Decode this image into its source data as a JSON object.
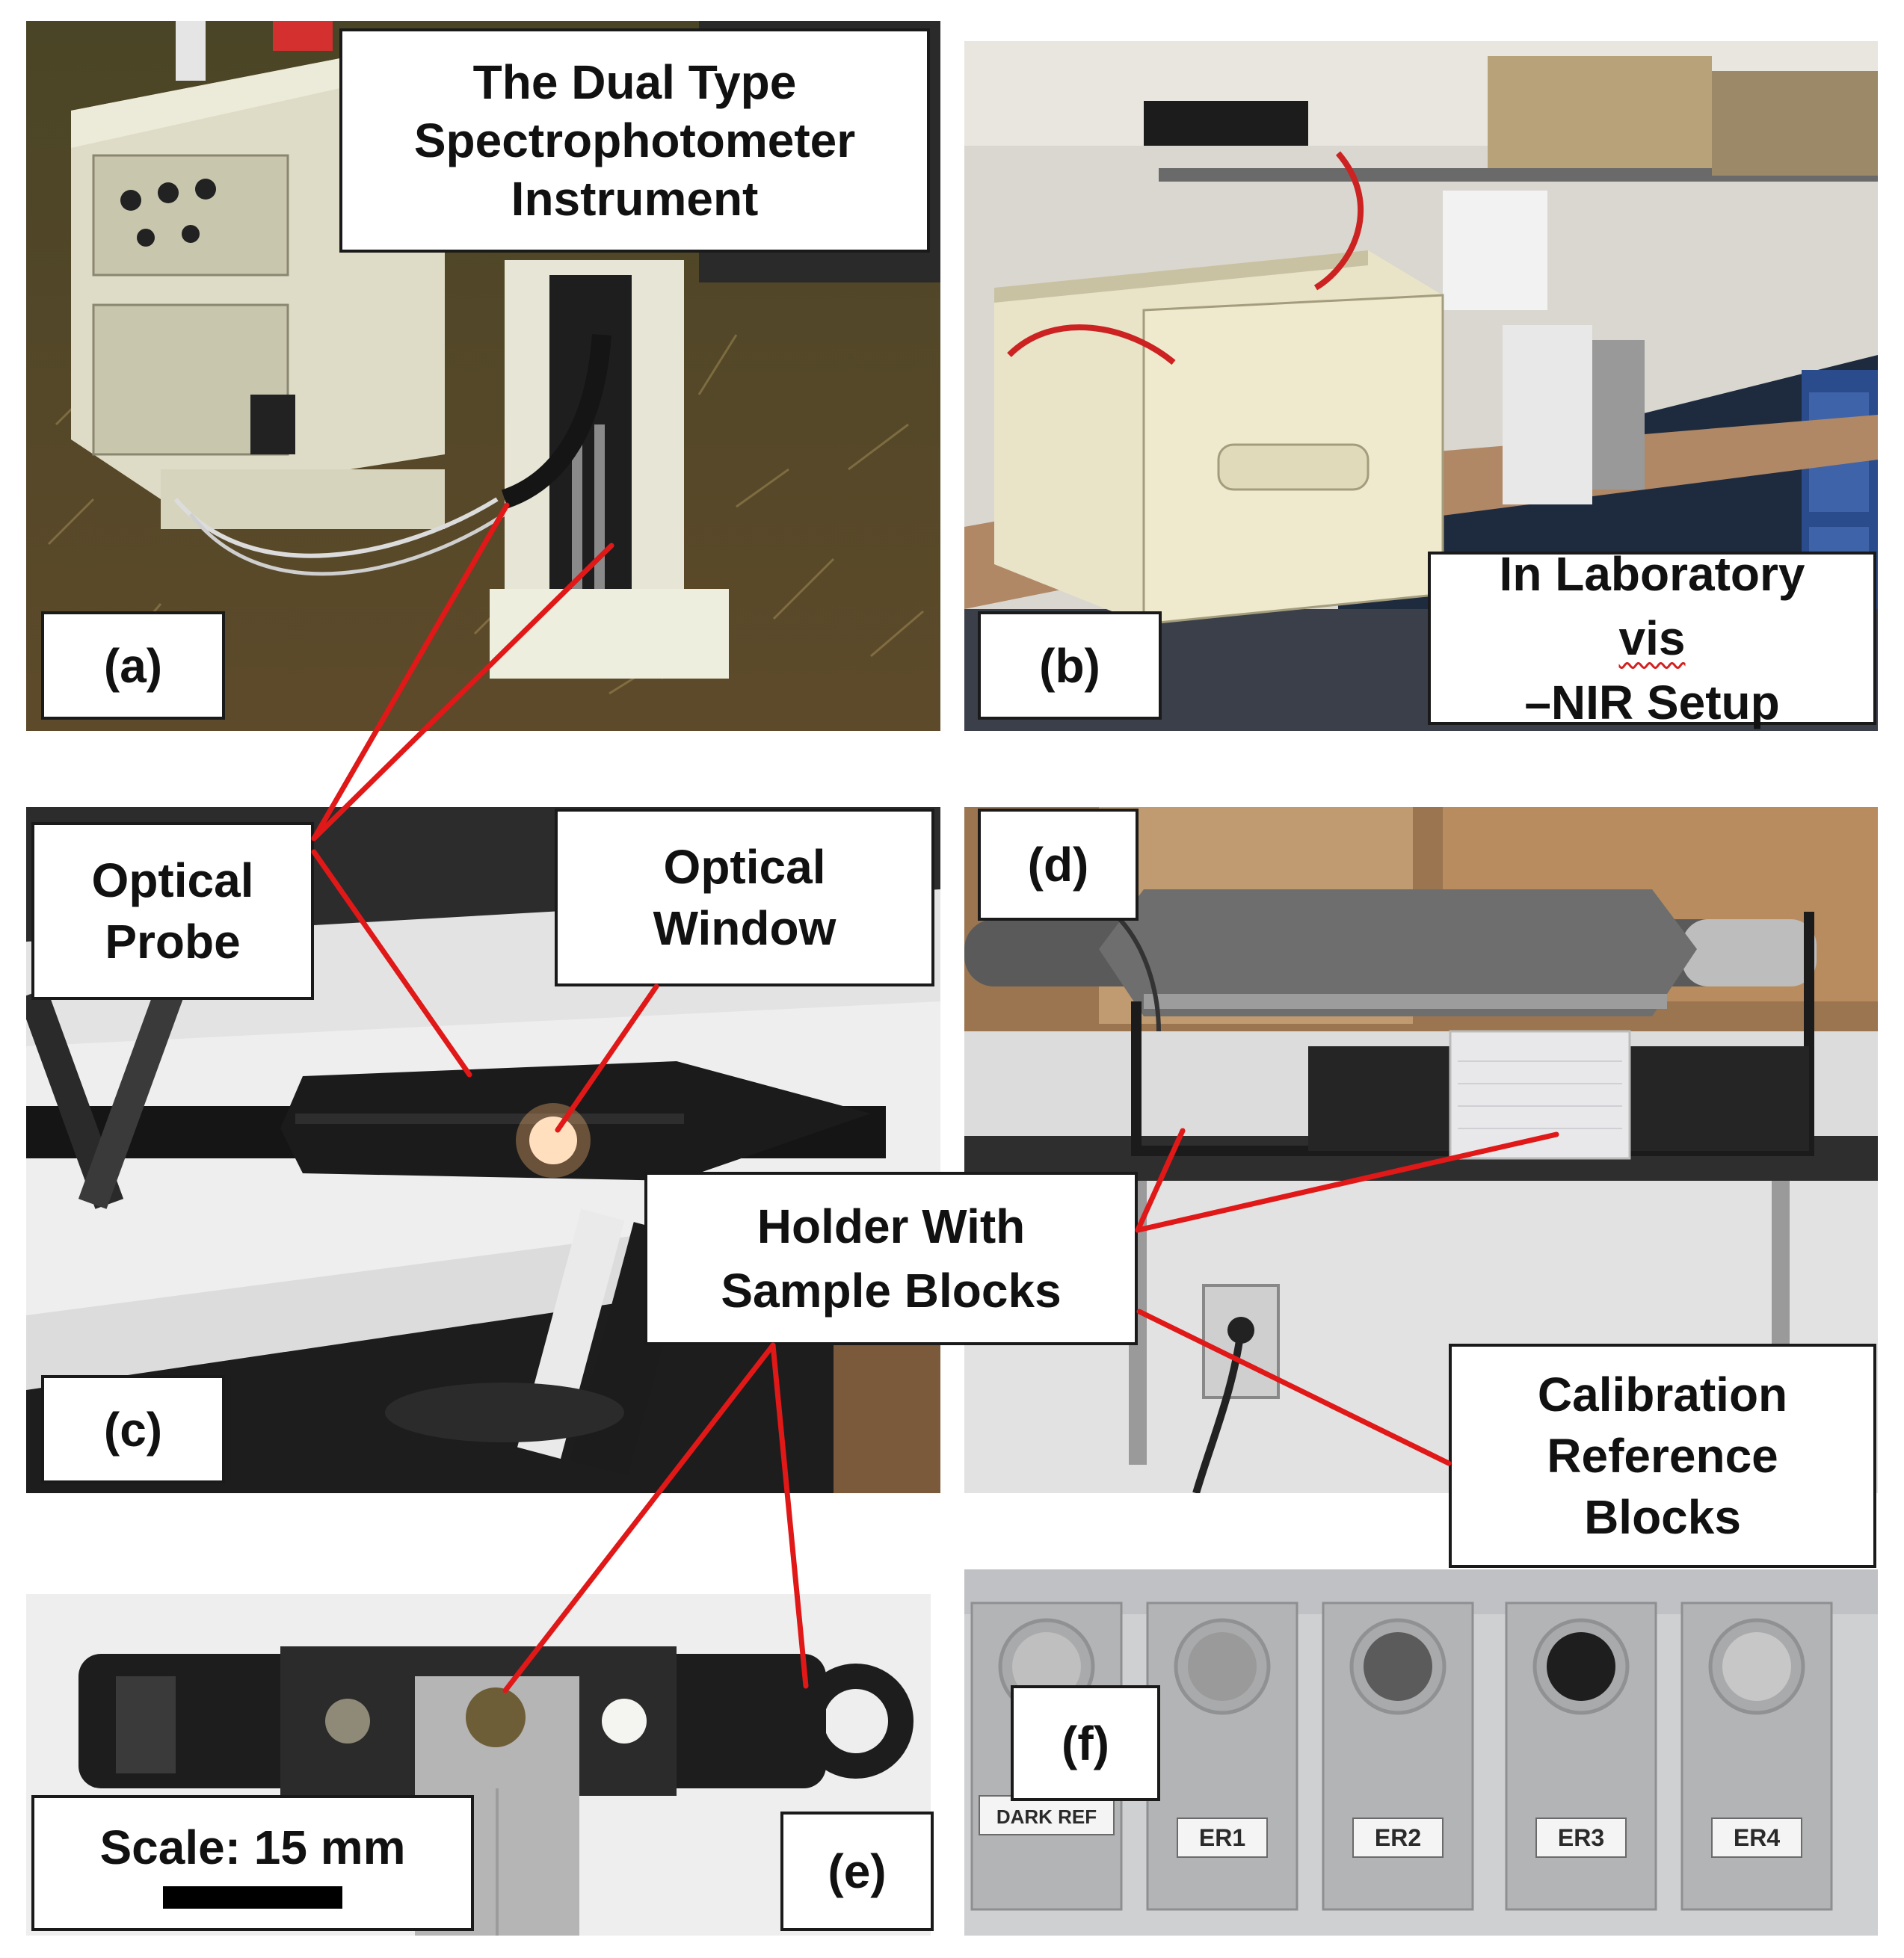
{
  "panels": {
    "a": {
      "label": "(a)",
      "callout": [
        "The Dual Type",
        "Spectrophotometer",
        "Instrument"
      ]
    },
    "b": {
      "label": "(b)",
      "callout_line1": "In Laboratory",
      "callout_line2_underlined": "vis",
      "callout_line2_rest": "–NIR Setup"
    },
    "c": {
      "label": "(c)"
    },
    "d": {
      "label": "(d)"
    },
    "e": {
      "label": "(e)",
      "scale": "Scale: 15 mm"
    },
    "f": {
      "label": "(f)",
      "blocks": [
        "DARK REF",
        "ER1",
        "ER2",
        "ER3",
        "ER4"
      ]
    }
  },
  "callouts": {
    "optical_probe": [
      "Optical",
      "Probe"
    ],
    "optical_window": [
      "Optical",
      "Window"
    ],
    "holder": [
      "Holder With",
      "Sample Blocks"
    ],
    "calibration": [
      "Calibration",
      "Reference",
      "Blocks"
    ]
  },
  "colors": {
    "leader_line": "#e01818",
    "box_border": "#1a1a1a"
  }
}
